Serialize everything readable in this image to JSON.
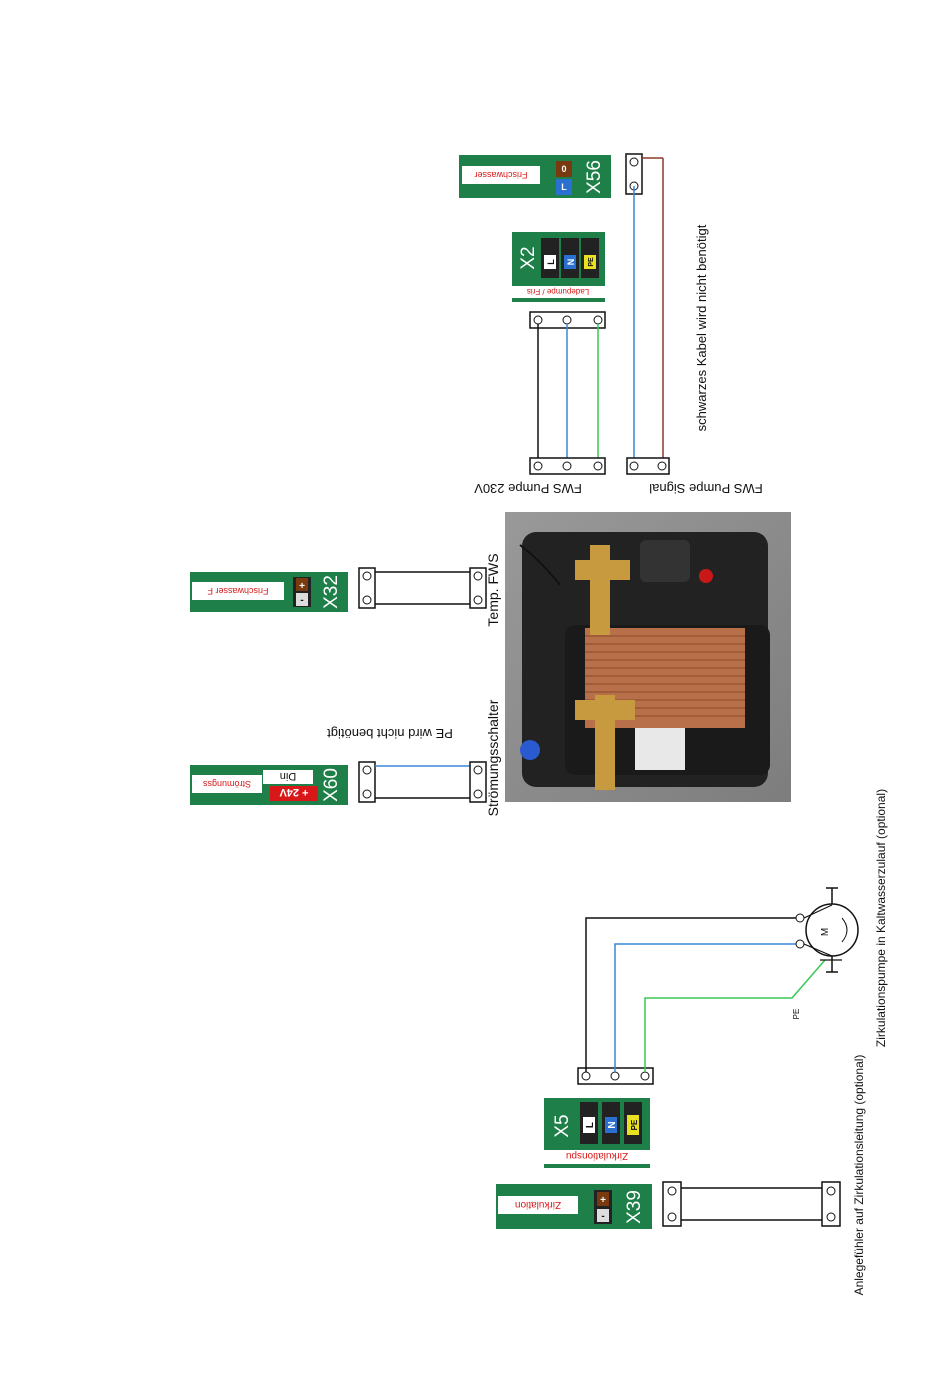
{
  "connectors": {
    "x56": {
      "id": "X56",
      "pins": [
        "L",
        "0"
      ],
      "caption": "Frischwasser"
    },
    "x2": {
      "id": "X2",
      "pins": [
        "L",
        "N",
        "PE"
      ],
      "caption": "Ladepumpe / Fris"
    },
    "x32": {
      "id": "X32",
      "pins": [
        "+",
        "-"
      ],
      "caption": "Frischwasser F"
    },
    "x60": {
      "id": "X60",
      "pins": [
        "+ 24V",
        "Din"
      ],
      "caption": "Strömungss"
    },
    "x5": {
      "id": "X5",
      "pins": [
        "L",
        "N",
        "PE"
      ],
      "caption": "Zirkulationspu"
    },
    "x39": {
      "id": "X39",
      "pins": [
        "+",
        "-"
      ],
      "caption": "Zirkulation"
    }
  },
  "labels": {
    "fws_230v": "FWS Pumpe 230V",
    "fws_signal": "FWS Pumpe Signal",
    "black_cable_note": "schwarzes Kabel wird nicht benötigt",
    "temp_fws": "Temp. FWS",
    "stroemungsschalter": "Strömungsschalter",
    "pe_note": "PE wird nicht benötigt",
    "pe_motor": "PE",
    "motor": "M",
    "circ_pump_note": "Zirkulationspumpe in Kaltwasserzulauf (optional)",
    "sensor_note": "Anlegefühler auf Zirkulationsleitung (optional)"
  },
  "colors": {
    "board_green": "#1e8048",
    "wire_blue": "#3a86d8",
    "wire_green": "#38c855",
    "wire_brown": "#8b3a2a",
    "wire_black": "#111111",
    "label_red": "#d81818",
    "pin_L": "#111111",
    "pin_N": "#2a70d0",
    "pin_PE": "#e8e020",
    "pin_plus": "#7a3a10"
  }
}
